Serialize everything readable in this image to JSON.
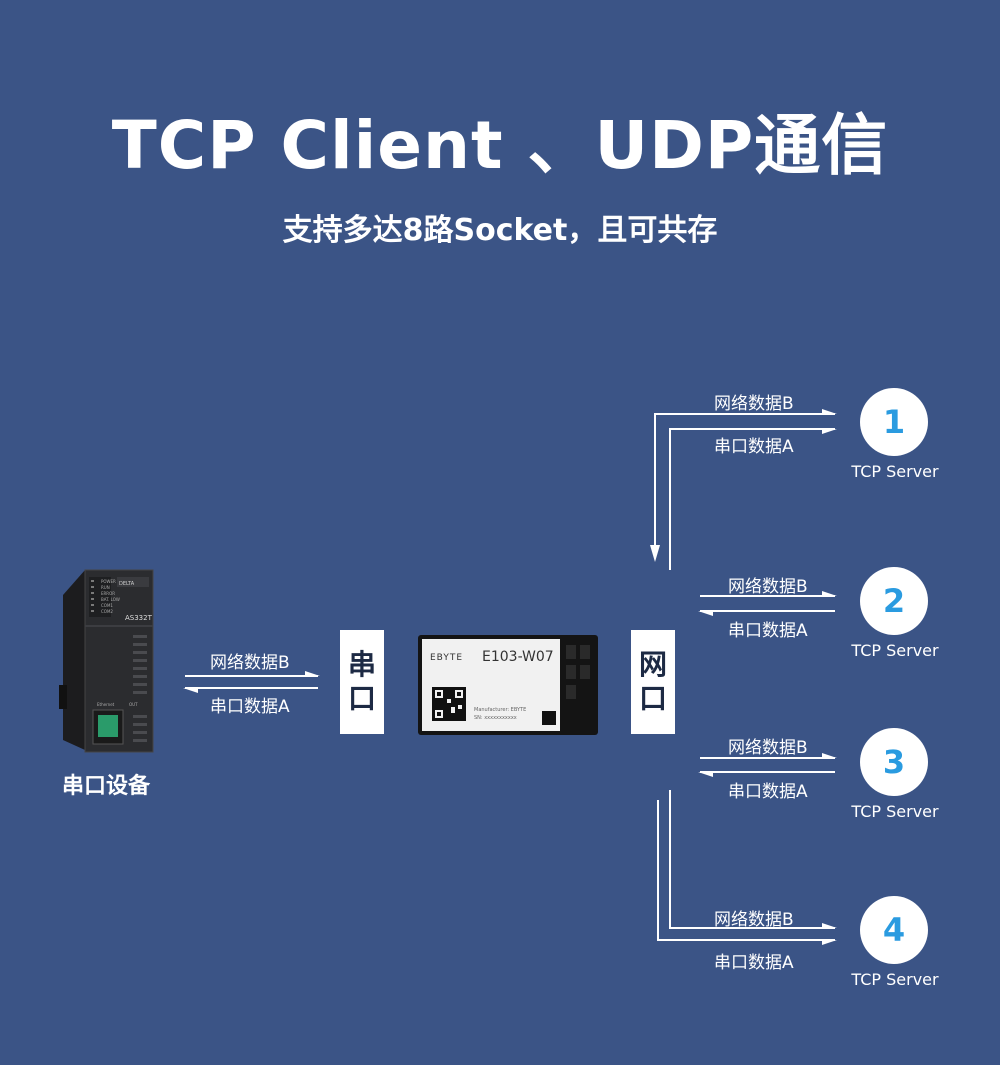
{
  "header": {
    "title": "TCP Client 、UDP通信",
    "subtitle": "支持多达8路Socket，且可共存"
  },
  "device": {
    "label": "串口设备",
    "model": "AS332T",
    "brand": "DELTA",
    "leds": [
      "POWER",
      "RUN",
      "ERROR",
      "BAT. LOW",
      "COM1",
      "COM2"
    ],
    "port_label": "Ethernet",
    "out_label": "OUT"
  },
  "serial_link": {
    "data_b": "网络数据B",
    "data_a": "串口数据A",
    "box_chars": [
      "串",
      "口"
    ]
  },
  "module": {
    "brand": "EBYTE",
    "model": "E103-W07",
    "manufacturer": "Manufacturer: EBYTE",
    "sn": "SN: xxxxxxxxxxx"
  },
  "network_box": {
    "chars": [
      "网",
      "口"
    ]
  },
  "servers": [
    {
      "num": "1",
      "label": "TCP Server",
      "data_b": "网络数据B",
      "data_a": "串口数据A"
    },
    {
      "num": "2",
      "label": "TCP Server",
      "data_b": "网络数据B",
      "data_a": "串口数据A"
    },
    {
      "num": "3",
      "label": "TCP Server",
      "data_b": "网络数据B",
      "data_a": "串口数据A"
    },
    {
      "num": "4",
      "label": "TCP Server",
      "data_b": "网络数据B",
      "data_a": "串口数据A"
    }
  ],
  "colors": {
    "background": "#3b5486",
    "accent": "#2a9be0",
    "arrow": "#ffffff"
  }
}
